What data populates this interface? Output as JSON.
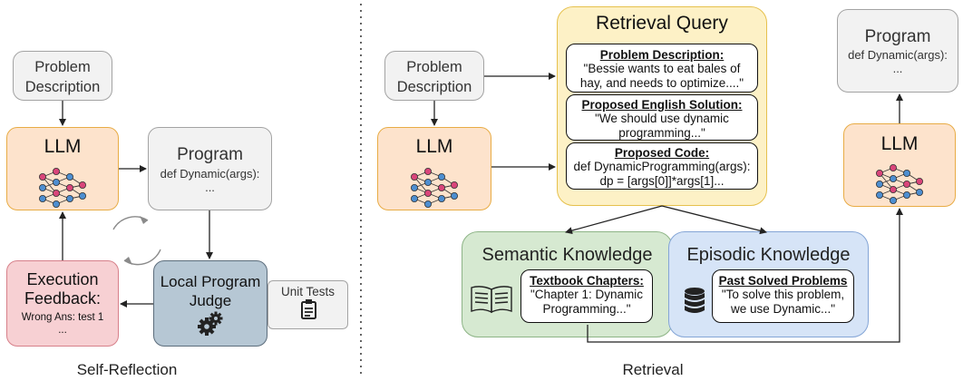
{
  "left": {
    "problem_description": "Problem Description",
    "llm": "LLM",
    "program_title": "Program",
    "program_code": "def Dynamic(args):",
    "program_ellipsis": "...",
    "execution_feedback_l1": "Execution",
    "execution_feedback_l2": "Feedback:",
    "execution_detail": "Wrong Ans: test 1",
    "execution_ellipsis": "...",
    "judge_l1": "Local Program",
    "judge_l2": "Judge",
    "unit_tests": "Unit Tests",
    "caption": "Self-Reflection"
  },
  "right": {
    "problem_description": "Problem Description",
    "llm_left": "LLM",
    "llm_right": "LLM",
    "query_title": "Retrieval Query",
    "problem_desc_head": "Problem Description:",
    "problem_desc_body": "\"Bessie wants to eat bales of hay, and needs to optimize....\"",
    "solution_head": "Proposed English Solution:",
    "solution_body": "\"We should use dynamic programming...\"",
    "code_head": "Proposed Code:",
    "code_line1": "def DynamicProgramming(args):",
    "code_line2": "dp = [args[0]]*args[1]...",
    "semantic_title": "Semantic Knowledge",
    "textbook_head": "Textbook Chapters:",
    "textbook_body": "\"Chapter 1: Dynamic Programming...\"",
    "episodic_title": "Episodic Knowledge",
    "past_head": "Past Solved Problems",
    "past_body": "\"To solve this problem, we use Dynamic...\"",
    "program_title": "Program",
    "program_code": "def Dynamic(args):",
    "program_ellipsis": "...",
    "caption": "Retrieval"
  }
}
